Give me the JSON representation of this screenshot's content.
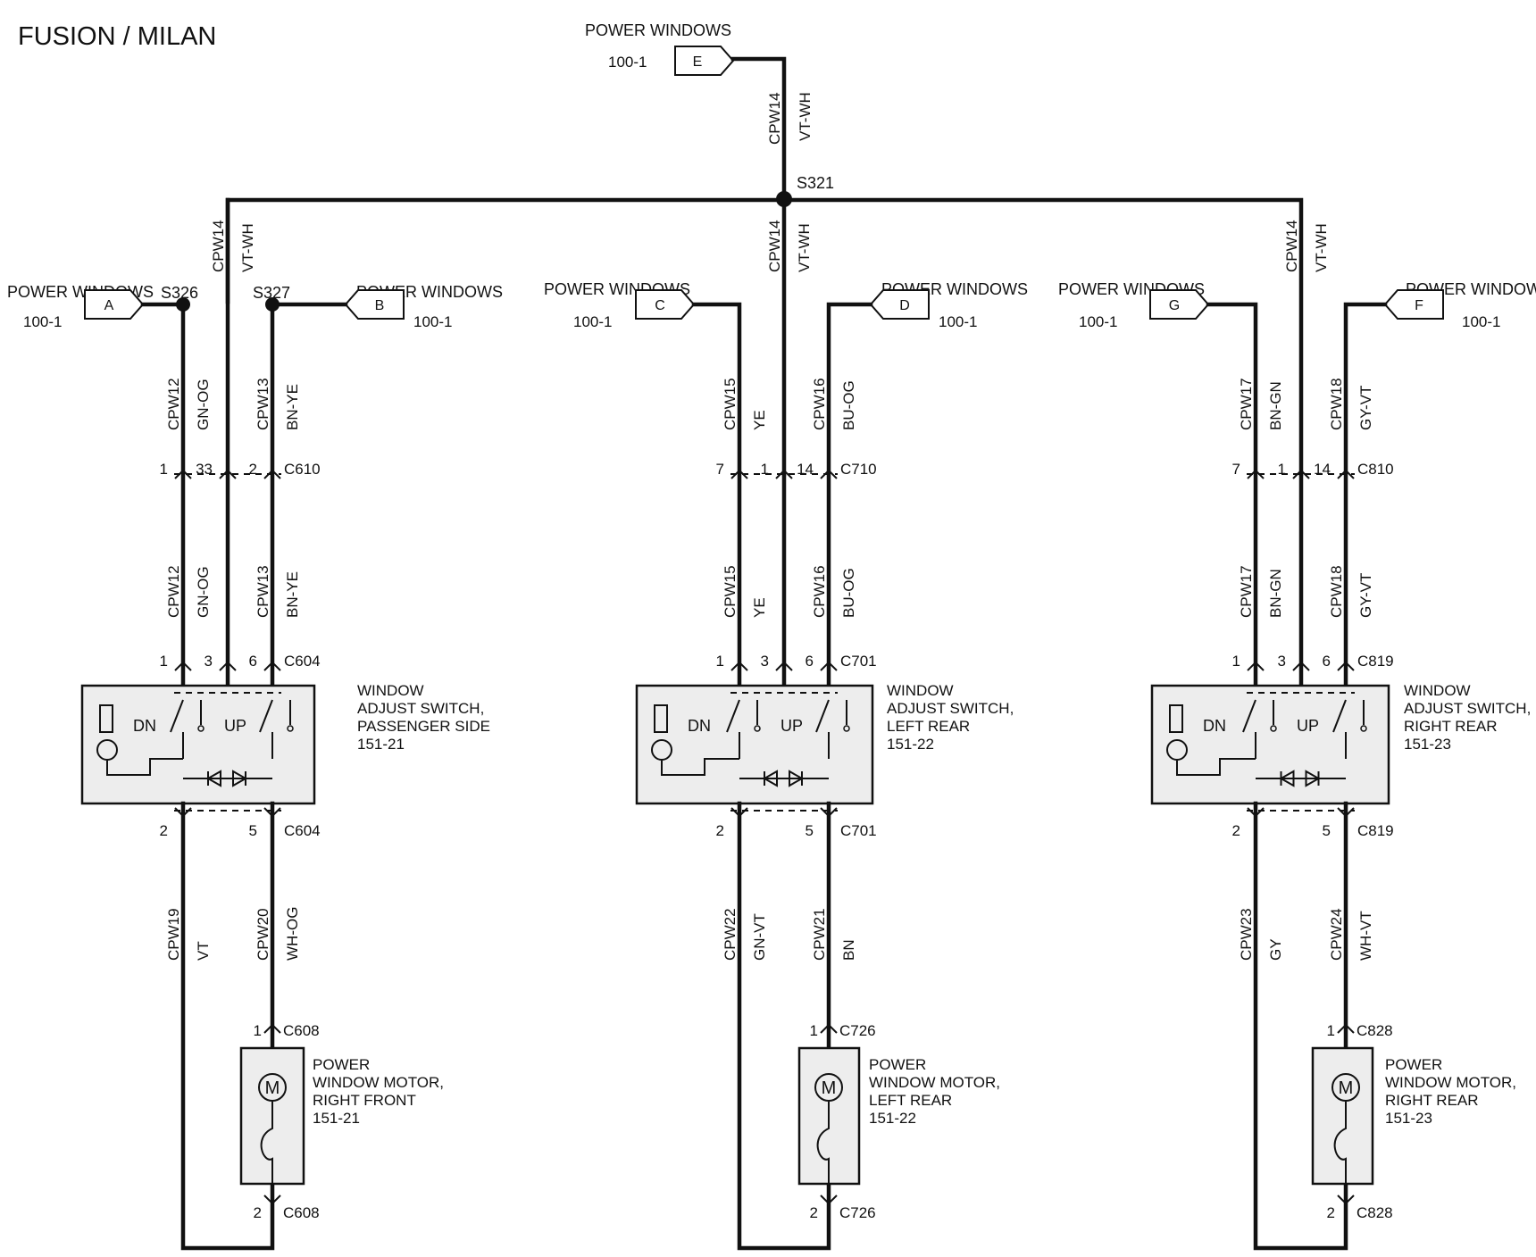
{
  "title": "FUSION / MILAN",
  "top_connector": {
    "label": "POWER WINDOWS",
    "letter": "E",
    "code": "100-1",
    "wire": "CPW14",
    "color": "VT-WH"
  },
  "splices": {
    "main": "S321",
    "left_a": "S326",
    "left_b": "S327"
  },
  "sections": [
    {
      "id": "passenger",
      "in1": {
        "label": "POWER WINDOWS",
        "letter": "A",
        "code": "100-1"
      },
      "in2": {
        "label": "POWER WINDOWS",
        "letter": "B",
        "code": "100-1"
      },
      "feed": {
        "wire": "CPW14",
        "color": "VT-WH"
      },
      "w1": {
        "wire": "CPW12",
        "color": "GN-OG"
      },
      "w2": {
        "wire": "CPW13",
        "color": "BN-YE"
      },
      "pins_top": [
        "1",
        "33",
        "2"
      ],
      "conn_top": "C610",
      "pins_sw": [
        "1",
        "3",
        "6"
      ],
      "conn_sw": "C604",
      "switch_name": [
        "WINDOW",
        "ADJUST SWITCH,",
        "PASSENGER SIDE",
        "151-21"
      ],
      "dn": "DN",
      "up": "UP",
      "pins_out": [
        "2",
        "5"
      ],
      "conn_out": "C604",
      "w3": {
        "wire": "CPW19",
        "color": "VT"
      },
      "w4": {
        "wire": "CPW20",
        "color": "WH-OG"
      },
      "motor_pin_top": "1",
      "motor_conn_top": "C608",
      "motor_name": [
        "POWER",
        "WINDOW MOTOR,",
        "RIGHT FRONT",
        "151-21"
      ],
      "motor_symbol": "M",
      "motor_pin_bot": "2",
      "motor_conn_bot": "C608"
    },
    {
      "id": "left_rear",
      "in1": {
        "label": "POWER WINDOWS",
        "letter": "C",
        "code": "100-1"
      },
      "in2": {
        "label": "POWER WINDOWS",
        "letter": "D",
        "code": "100-1"
      },
      "feed": {
        "wire": "CPW14",
        "color": "VT-WH"
      },
      "w1": {
        "wire": "CPW15",
        "color": "YE"
      },
      "w2": {
        "wire": "CPW16",
        "color": "BU-OG"
      },
      "pins_top": [
        "7",
        "1",
        "14"
      ],
      "conn_top": "C710",
      "pins_sw": [
        "1",
        "3",
        "6"
      ],
      "conn_sw": "C701",
      "switch_name": [
        "WINDOW",
        "ADJUST SWITCH,",
        "LEFT REAR",
        "151-22"
      ],
      "dn": "DN",
      "up": "UP",
      "pins_out": [
        "2",
        "5"
      ],
      "conn_out": "C701",
      "w3": {
        "wire": "CPW22",
        "color": "GN-VT"
      },
      "w4": {
        "wire": "CPW21",
        "color": "BN"
      },
      "motor_pin_top": "1",
      "motor_conn_top": "C726",
      "motor_name": [
        "POWER",
        "WINDOW MOTOR,",
        "LEFT REAR",
        "151-22"
      ],
      "motor_symbol": "M",
      "motor_pin_bot": "2",
      "motor_conn_bot": "C726"
    },
    {
      "id": "right_rear",
      "in1": {
        "label": "POWER WINDOWS",
        "letter": "G",
        "code": "100-1"
      },
      "in2": {
        "label": "POWER WINDOWS",
        "letter": "F",
        "code": "100-1"
      },
      "feed": {
        "wire": "CPW14",
        "color": "VT-WH"
      },
      "w1": {
        "wire": "CPW17",
        "color": "BN-GN"
      },
      "w2": {
        "wire": "CPW18",
        "color": "GY-VT"
      },
      "pins_top": [
        "7",
        "1",
        "14"
      ],
      "conn_top": "C810",
      "pins_sw": [
        "1",
        "3",
        "6"
      ],
      "conn_sw": "C819",
      "switch_name": [
        "WINDOW",
        "ADJUST SWITCH,",
        "RIGHT REAR",
        "151-23"
      ],
      "dn": "DN",
      "up": "UP",
      "pins_out": [
        "2",
        "5"
      ],
      "conn_out": "C819",
      "w3": {
        "wire": "CPW23",
        "color": "GY"
      },
      "w4": {
        "wire": "CPW24",
        "color": "WH-VT"
      },
      "motor_pin_top": "1",
      "motor_conn_top": "C828",
      "motor_name": [
        "POWER",
        "WINDOW MOTOR,",
        "RIGHT REAR",
        "151-23"
      ],
      "motor_symbol": "M",
      "motor_pin_bot": "2",
      "motor_conn_bot": "C828"
    }
  ]
}
